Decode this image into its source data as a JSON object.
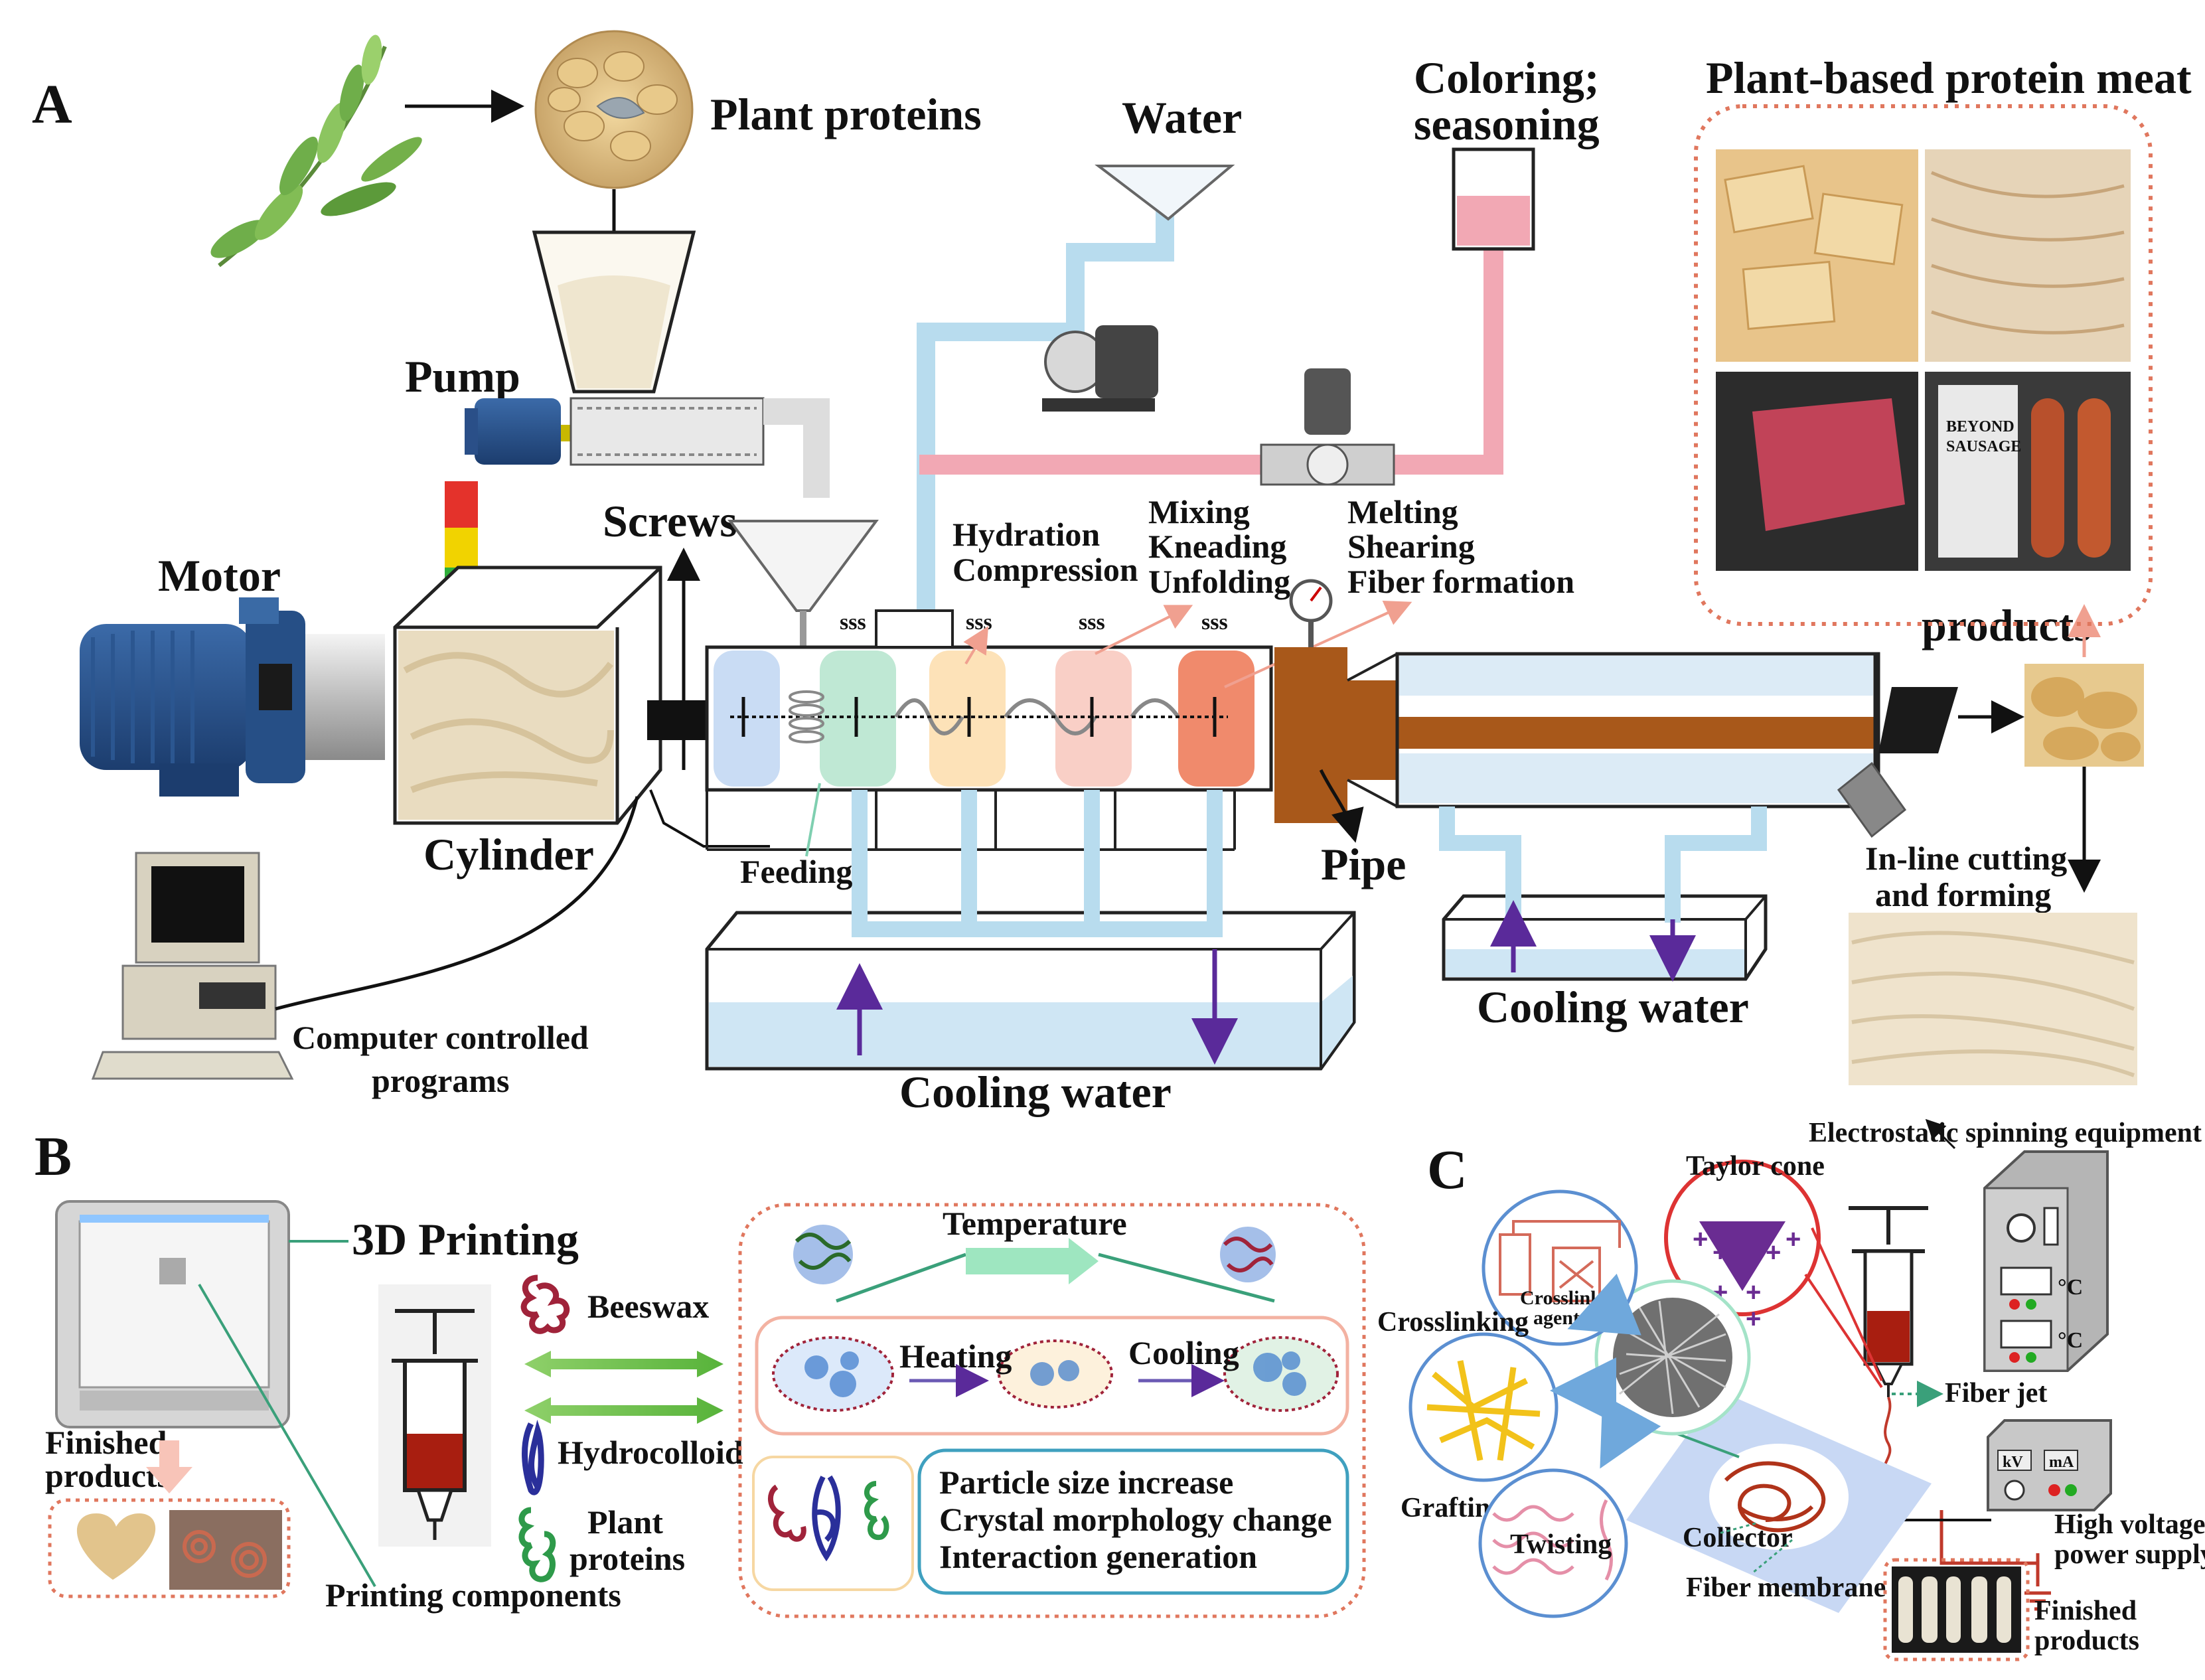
{
  "panels": {
    "a": {
      "letter": "A",
      "plant_proteins": "Plant proteins",
      "pump": "Pump",
      "motor": "Motor",
      "cylinder": "Cylinder",
      "screws": "Screws",
      "water": "Water",
      "coloring_1": "Coloring;",
      "coloring_2": "seasoning",
      "meat_title": "Plant-based protein meat",
      "products": "products",
      "hydration": "Hydration",
      "compression": "Compression",
      "mixing": "Mixing",
      "kneading": "Kneading",
      "unfolding": "Unfolding",
      "melting": "Melting",
      "shearing": "Shearing",
      "fiber_formation": "Fiber formation",
      "sss": "sss",
      "feeding": "Feeding",
      "pipe": "Pipe",
      "cutting_1": "In-line cutting",
      "cutting_2": "and forming",
      "cooling_water": "Cooling water",
      "computer_1": "Computer controlled",
      "computer_2": "programs",
      "beyond_1": "BEYOND",
      "beyond_2": "SAUSAGE"
    },
    "b": {
      "letter": "B",
      "printing": "3D Printing",
      "finished_1": "Finished",
      "finished_2": "products",
      "components": "Printing components",
      "beeswax": "Beeswax",
      "hydrocolloid": "Hydrocolloid",
      "plant_1": "Plant",
      "plant_2": "proteins",
      "temperature": "Temperature",
      "heating": "Heating",
      "cooling": "Cooling",
      "effect_1": "Particle size increase",
      "effect_2": "Crystal morphology change",
      "effect_3": "Interaction generation"
    },
    "c": {
      "letter": "C",
      "equipment": "Electrostatic spinning equipment",
      "taylor": "Taylor cone",
      "crosslink_1": "Crosslink",
      "crosslink_2": "agent",
      "crosslinking": "Crosslinking",
      "grafting": "Grafting",
      "twisting": "Twisting",
      "fiber_jet": "Fiber jet",
      "collector": "Collector",
      "membrane": "Fiber membrane",
      "hv_1": "High voltage",
      "hv_2": "power supply",
      "finished_1": "Finished",
      "finished_2": "products",
      "kv": "kV",
      "ma": "mA",
      "deg1": "°C",
      "deg2": "°C"
    }
  },
  "colors": {
    "water_line": "#b8dcee",
    "seasoning_line": "#f2a8b4",
    "barrel_1": "#c9dcf4",
    "barrel_2": "#bfe8d4",
    "barrel_3": "#fde2b8",
    "barrel_4": "#f9cfc6",
    "barrel_5": "#f08a6c",
    "die_brown": "#a8581a",
    "arrow_purple": "#5a2a9a",
    "dashed_red": "#e0775e"
  }
}
